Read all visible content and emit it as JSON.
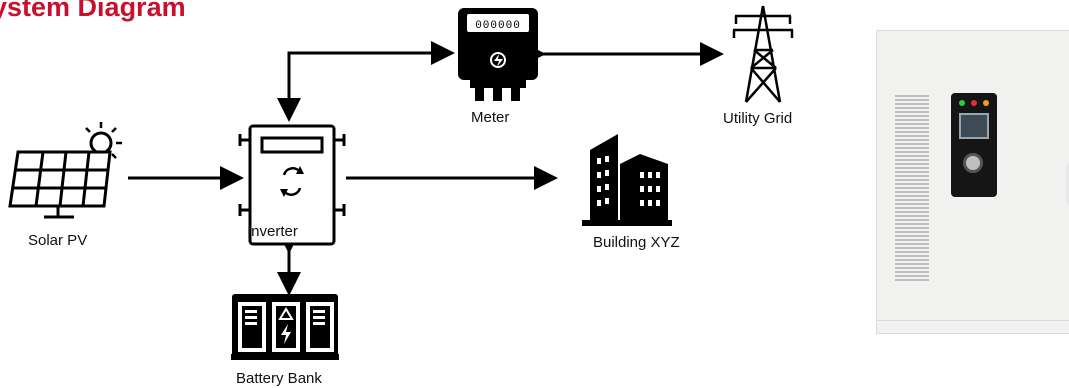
{
  "title": "ystem Diagram",
  "nodes": {
    "solar": "Solar PV",
    "inverter": "Inverter",
    "battery": "Battery Bank",
    "meter": "Meter",
    "grid": "Utility Grid",
    "building": "Building XYZ"
  },
  "meter_display": "000000",
  "colors": {
    "title": "#c8102e",
    "line": "#000000",
    "cabinet": "#f1f1f0",
    "led_green": "#2ecc40",
    "led_red": "#e0302a",
    "led_orange": "#f39c12"
  }
}
